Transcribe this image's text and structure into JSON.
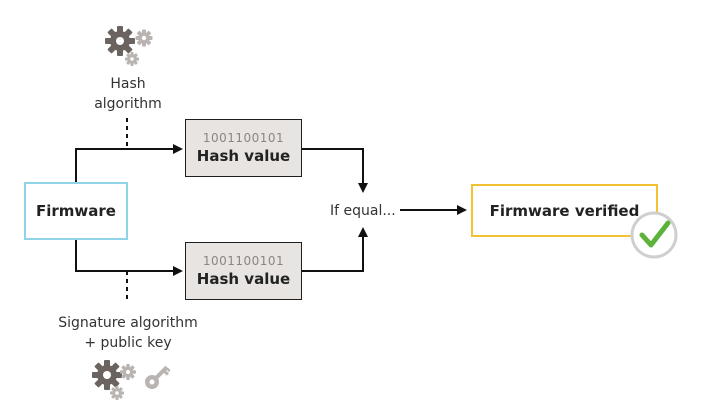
{
  "firmware": {
    "label": "Firmware"
  },
  "hash_algorithm": {
    "line1": "Hash",
    "line2": "algorithm"
  },
  "hash_value_top": {
    "bits": "1001100101",
    "label": "Hash value"
  },
  "hash_value_bottom": {
    "bits": "1001100101",
    "label": "Hash value"
  },
  "signature": {
    "line1": "Signature algorithm",
    "line2": "+ public key"
  },
  "comparison": {
    "label": "If equal..."
  },
  "result": {
    "label": "Firmware verified"
  },
  "colors": {
    "firmware_border": "#8fd3e8",
    "verified_border": "#f2c233",
    "check_green": "#5db33a",
    "gear_gray": "#6b6360",
    "hash_box_fill": "#e7e4e1"
  },
  "icons": {
    "top": [
      "gear-icon",
      "gear-icon"
    ],
    "bottom": [
      "gear-icon",
      "gear-icon",
      "key-icon"
    ],
    "result": "checkmark-icon"
  }
}
